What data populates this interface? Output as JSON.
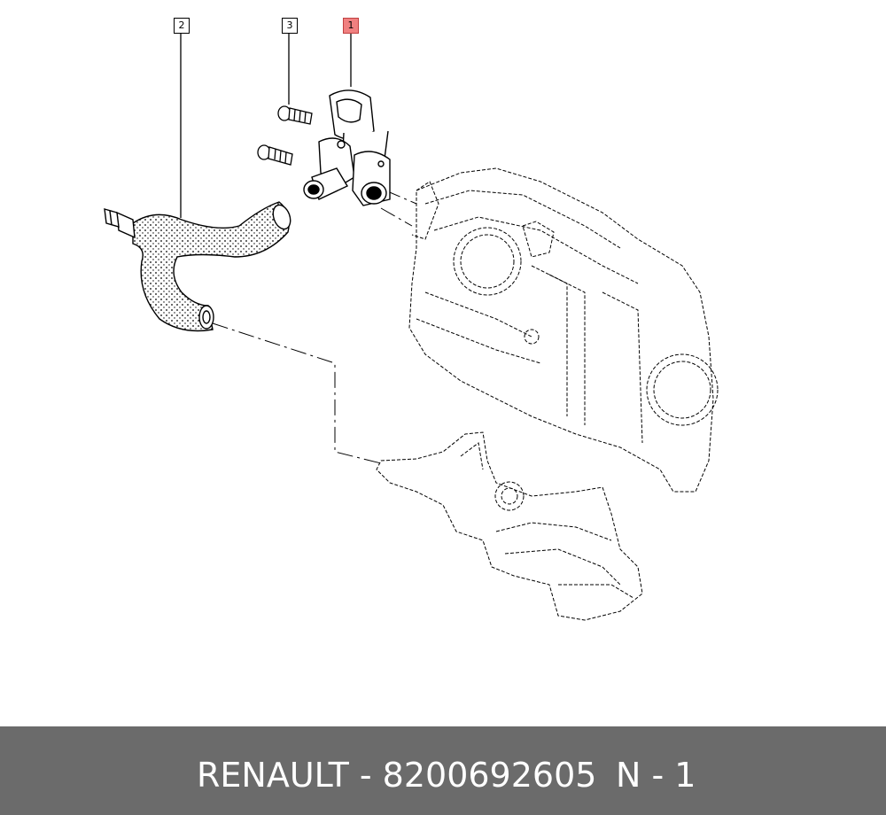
{
  "callouts": [
    {
      "id": "1",
      "highlighted": true
    },
    {
      "id": "2",
      "highlighted": false
    },
    {
      "id": "3",
      "highlighted": false
    }
  ],
  "footer": {
    "part_number": "RENAULT - 8200692605",
    "quantity": "N - 1"
  },
  "colors": {
    "footer_bg": "#6b6b6b",
    "highlight": "#f08080",
    "line": "#000000"
  }
}
